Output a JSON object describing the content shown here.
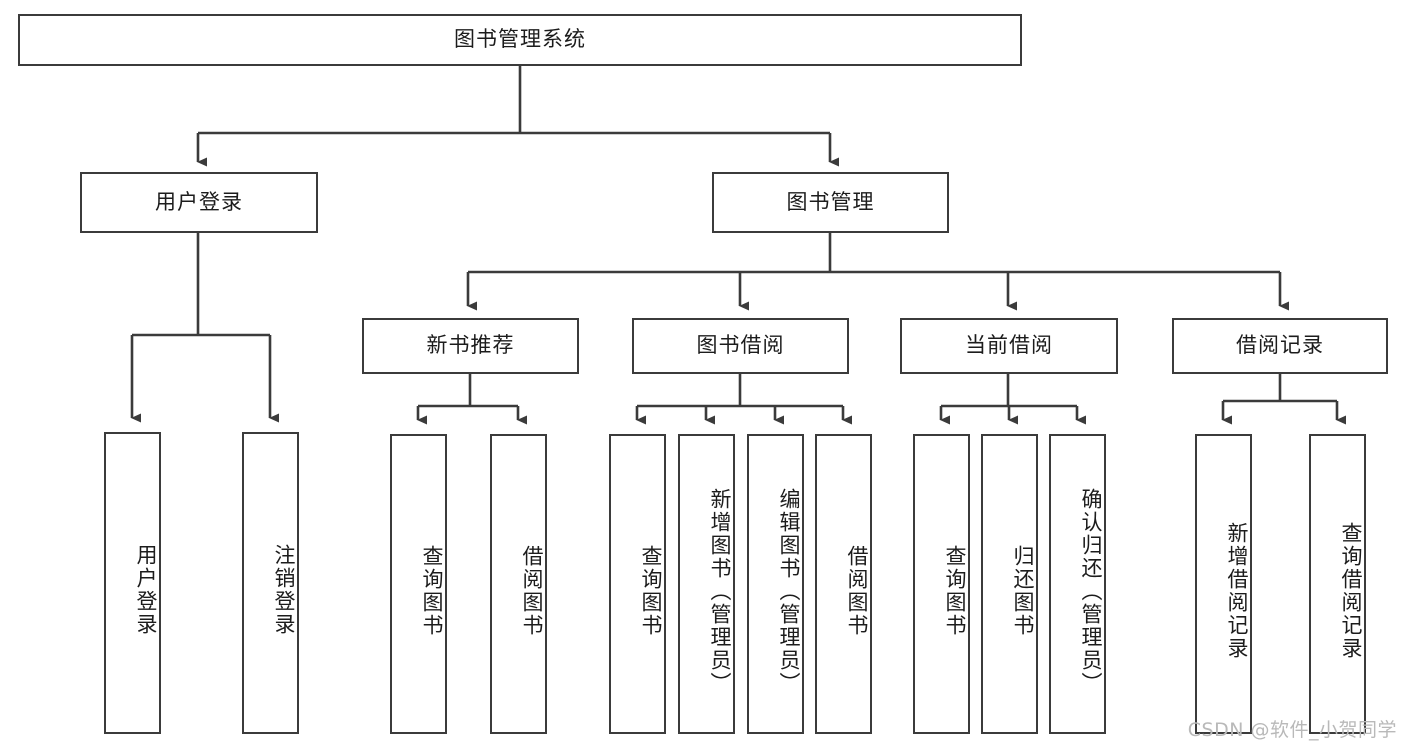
{
  "diagram": {
    "title": "图书管理系统",
    "type": "tree",
    "watermark": "CSDN @软件_小贺同学",
    "style": {
      "border_color": "#3b3b3b",
      "fill_color": "#ffffff",
      "text_color": "#1c1c1c",
      "background": "#ffffff",
      "watermark_color": "#b9b9b9"
    },
    "nodes": {
      "root": {
        "label": "图书管理系统",
        "orientation": "horizontal",
        "level": 0
      },
      "l1_0": {
        "label": "用户登录",
        "orientation": "horizontal",
        "level": 1
      },
      "l1_1": {
        "label": "图书管理",
        "orientation": "horizontal",
        "level": 1
      },
      "l2_0": {
        "label": "新书推荐",
        "orientation": "horizontal",
        "level": 2
      },
      "l2_1": {
        "label": "图书借阅",
        "orientation": "horizontal",
        "level": 2
      },
      "l2_2": {
        "label": "当前借阅",
        "orientation": "horizontal",
        "level": 2
      },
      "l2_3": {
        "label": "借阅记录",
        "orientation": "horizontal",
        "level": 2
      },
      "leaf_0": {
        "label": "用户登录",
        "orientation": "vertical",
        "level": 3
      },
      "leaf_1": {
        "label": "注销登录",
        "orientation": "vertical",
        "level": 3
      },
      "leaf_2": {
        "label": "查询图书",
        "orientation": "vertical",
        "level": 3
      },
      "leaf_3": {
        "label": "借阅图书",
        "orientation": "vertical",
        "level": 3
      },
      "leaf_4": {
        "label": "查询图书",
        "orientation": "vertical",
        "level": 3
      },
      "leaf_5": {
        "label": "新增图书（管理员）",
        "orientation": "vertical",
        "level": 3
      },
      "leaf_6": {
        "label": "编辑图书（管理员）",
        "orientation": "vertical",
        "level": 3
      },
      "leaf_7": {
        "label": "借阅图书",
        "orientation": "vertical",
        "level": 3
      },
      "leaf_8": {
        "label": "查询图书",
        "orientation": "vertical",
        "level": 3
      },
      "leaf_9": {
        "label": "归还图书",
        "orientation": "vertical",
        "level": 3
      },
      "leaf_10": {
        "label": "确认归还（管理员）",
        "orientation": "vertical",
        "level": 3
      },
      "leaf_11": {
        "label": "新增借阅记录",
        "orientation": "vertical",
        "level": 3
      },
      "leaf_12": {
        "label": "查询借阅记录",
        "orientation": "vertical",
        "level": 3
      }
    },
    "hierarchy": [
      {
        "label": "图书管理系统",
        "children": [
          {
            "label": "用户登录",
            "children": [
              {
                "label": "用户登录"
              },
              {
                "label": "注销登录"
              }
            ]
          },
          {
            "label": "图书管理",
            "children": [
              {
                "label": "新书推荐",
                "children": [
                  {
                    "label": "查询图书"
                  },
                  {
                    "label": "借阅图书"
                  }
                ]
              },
              {
                "label": "图书借阅",
                "children": [
                  {
                    "label": "查询图书"
                  },
                  {
                    "label": "新增图书（管理员）"
                  },
                  {
                    "label": "编辑图书（管理员）"
                  },
                  {
                    "label": "借阅图书"
                  }
                ]
              },
              {
                "label": "当前借阅",
                "children": [
                  {
                    "label": "查询图书"
                  },
                  {
                    "label": "归还图书"
                  },
                  {
                    "label": "确认归还（管理员）"
                  }
                ]
              },
              {
                "label": "借阅记录",
                "children": [
                  {
                    "label": "新增借阅记录"
                  },
                  {
                    "label": "查询借阅记录"
                  }
                ]
              }
            ]
          }
        ]
      }
    ]
  }
}
